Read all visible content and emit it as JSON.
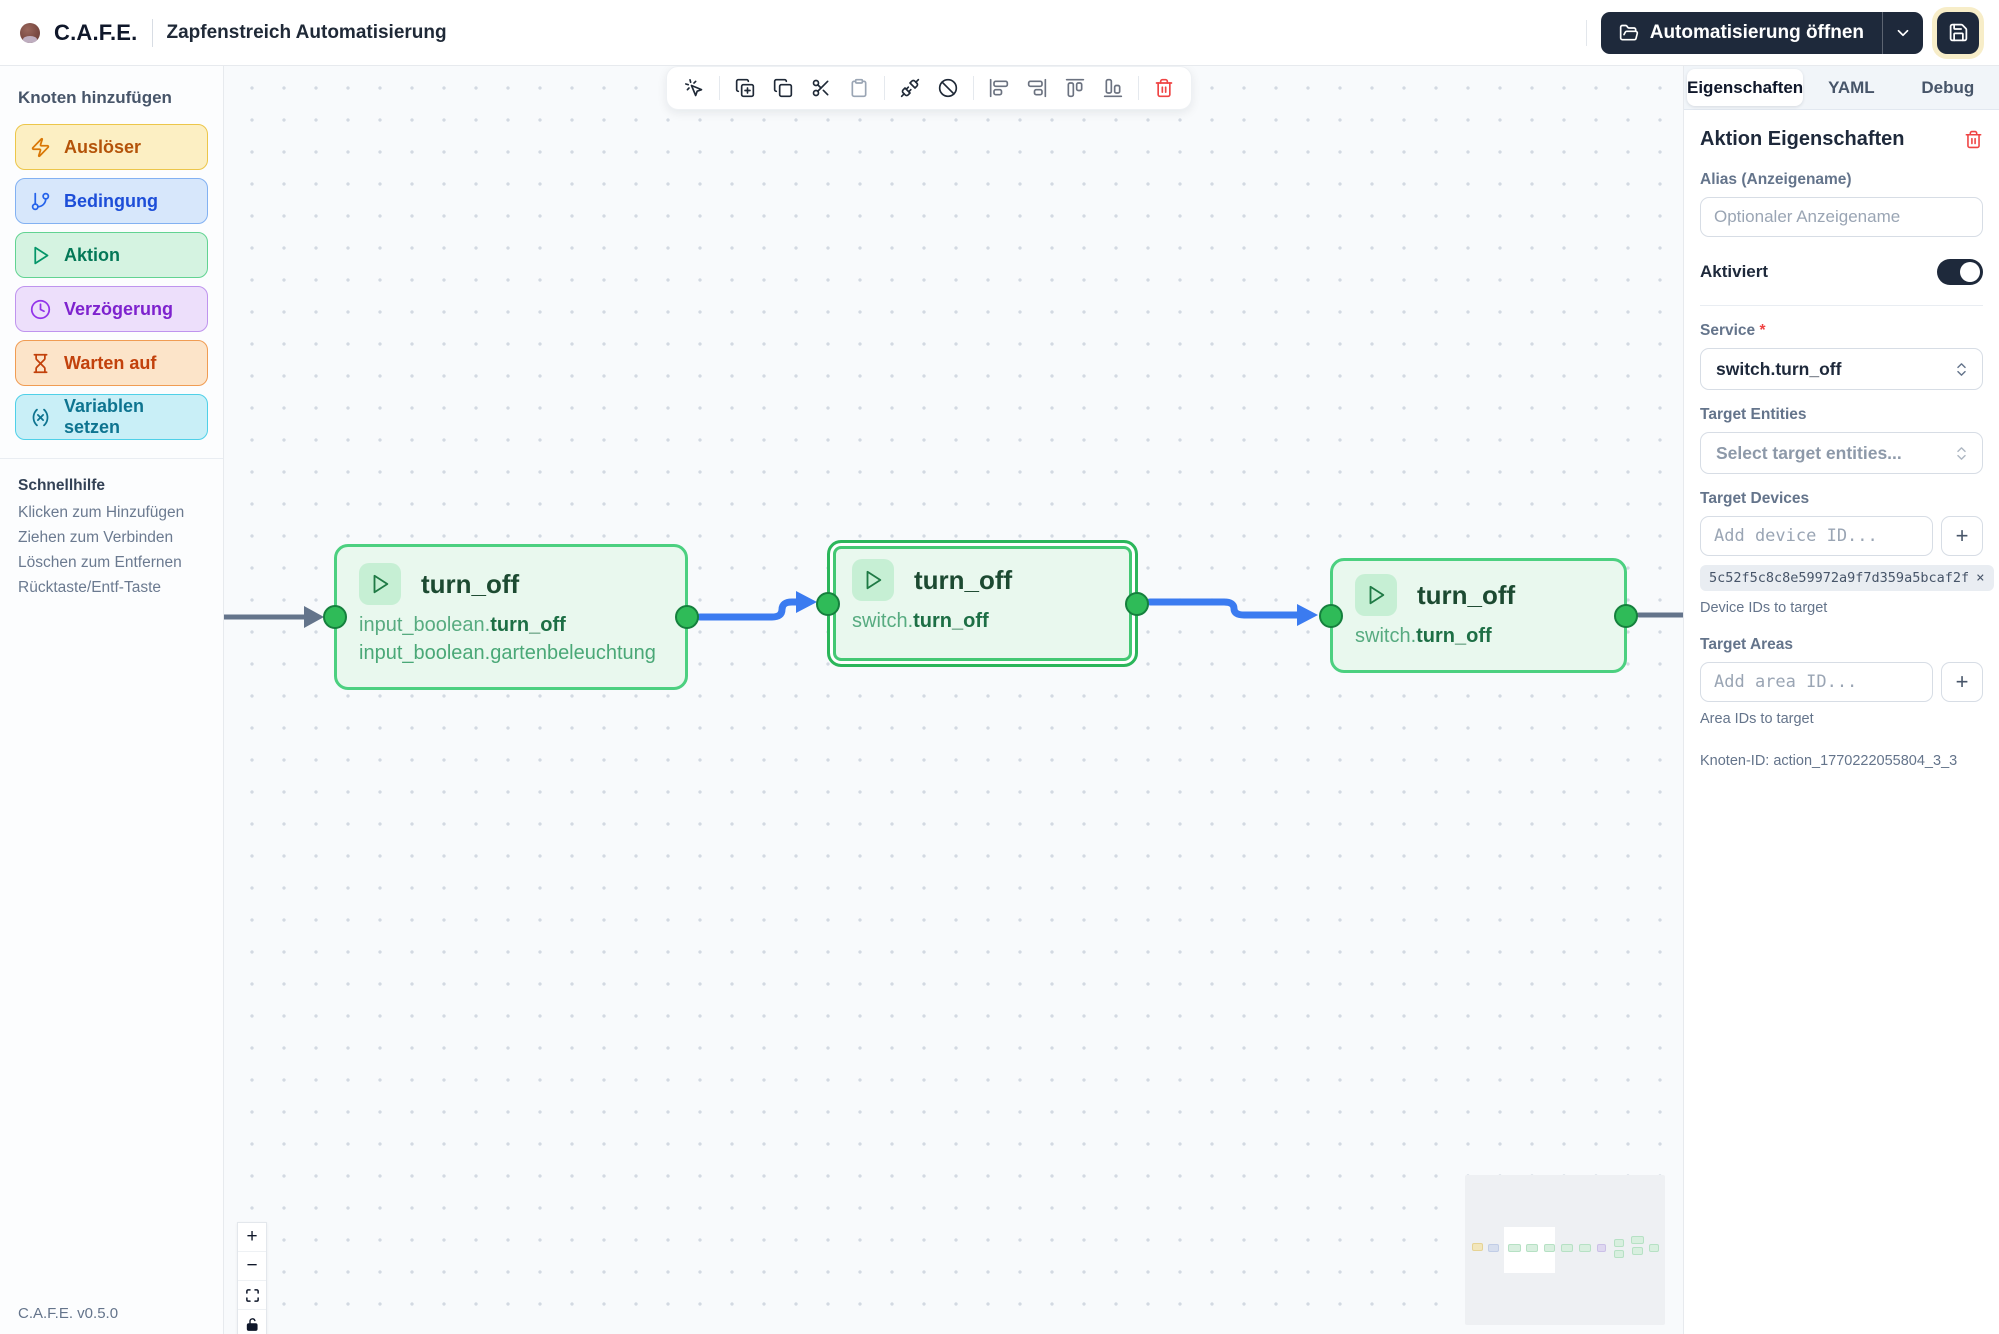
{
  "header": {
    "logo_text": "C.A.F.E.",
    "title": "Zapfenstreich Automatisierung",
    "open_button": "Automatisierung öffnen"
  },
  "sidebar": {
    "heading": "Knoten hinzufügen",
    "items": [
      {
        "label": "Auslöser",
        "icon": "zap-icon",
        "accent": "#b45309"
      },
      {
        "label": "Bedingung",
        "icon": "git-branch-icon",
        "accent": "#1d4ed8"
      },
      {
        "label": "Aktion",
        "icon": "play-icon",
        "accent": "#047857"
      },
      {
        "label": "Verzögerung",
        "icon": "clock-icon",
        "accent": "#7e22ce"
      },
      {
        "label": "Warten auf",
        "icon": "hourglass-icon",
        "accent": "#c2410c"
      },
      {
        "label": "Variablen setzen",
        "icon": "variable-icon",
        "accent": "#0e7490"
      }
    ],
    "help_heading": "Schnellhilfe",
    "help_items": [
      "Klicken zum Hinzufügen",
      "Ziehen zum Verbinden",
      "Löschen zum Entfernen",
      "Rücktaste/Entf-Taste"
    ],
    "version": "C.A.F.E. v0.5.0"
  },
  "toolbar": {
    "icons": [
      "mouse-pointer-click",
      "copy-plus",
      "copy",
      "scissors",
      "clipboard",
      "unplug",
      "ban",
      "align-start-vertical",
      "align-end-vertical",
      "align-start-horizontal",
      "align-end-horizontal",
      "trash"
    ]
  },
  "canvas": {
    "nodes": [
      {
        "title": "turn_off",
        "service_prefix": "input_boolean.",
        "service_name": "turn_off",
        "entity": "input_boolean.gartenbeleuchtung",
        "selected": false
      },
      {
        "title": "turn_off",
        "service_prefix": "switch.",
        "service_name": "turn_off",
        "selected": true
      },
      {
        "title": "turn_off",
        "service_prefix": "switch.",
        "service_name": "turn_off",
        "selected": false
      }
    ],
    "zoom_in": "+",
    "zoom_out": "−"
  },
  "panel": {
    "tabs": [
      {
        "label": "Eigenschaften",
        "active": true
      },
      {
        "label": "YAML",
        "active": false
      },
      {
        "label": "Debug",
        "active": false
      }
    ],
    "heading": "Aktion Eigenschaften",
    "alias_label": "Alias (Anzeigename)",
    "alias_placeholder": "Optionaler Anzeigename",
    "alias_value": "",
    "enabled_label": "Aktiviert",
    "enabled_value": true,
    "service_label": "Service",
    "required_mark": "*",
    "service_value": "switch.turn_off",
    "target_entities_label": "Target Entities",
    "target_entities_placeholder": "Select target entities...",
    "target_devices_label": "Target Devices",
    "device_placeholder": "Add device ID...",
    "device_chip": "5c52f5c8c8e59972a9f7d359a5bcaf2f",
    "chip_remove": "×",
    "add_button": "+",
    "device_help": "Device IDs to target",
    "target_areas_label": "Target Areas",
    "area_placeholder": "Add area ID...",
    "area_help": "Area IDs to target",
    "node_id": "Knoten-ID: action_1770222055804_3_3"
  },
  "colors": {
    "accent_dark": "#1e293b",
    "node_green_border": "#4cd080",
    "node_green_bg": "#e9f8ee",
    "edge_blue": "#3b7bf0",
    "edge_gray": "#64748b",
    "danger_red": "#ef4444",
    "save_ring": "#f7edc8"
  }
}
